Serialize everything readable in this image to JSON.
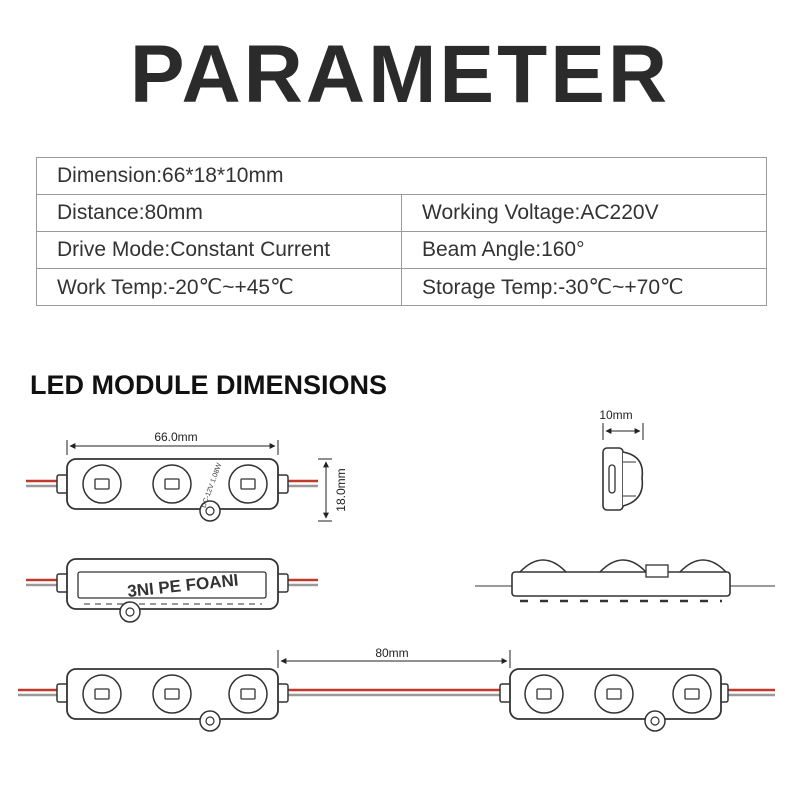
{
  "header": {
    "title": "PARAMETER"
  },
  "params": {
    "dimension": "Dimension:66*18*10mm",
    "distance": "Distance:80mm",
    "voltage": "Working Voltage:AC220V",
    "drive_mode": "Drive Mode:Constant Current",
    "beam_angle": "Beam Angle:160°",
    "work_temp": "Work Temp:-20℃~+45℃",
    "storage_temp": "Storage Temp:-30℃~+70℃"
  },
  "section": {
    "title": "LED MODULE DIMENSIONS"
  },
  "drawing": {
    "length_label": "66.0mm",
    "height_label": "18.0mm",
    "depth_label": "10mm",
    "spacing_label": "80mm",
    "board_text": "DC-12V 1.08W",
    "back_text": "3NI PE FOANI"
  },
  "colors": {
    "wire_red": "#c0392b",
    "wire_gray": "#9a9a9a",
    "outline": "#333333"
  }
}
